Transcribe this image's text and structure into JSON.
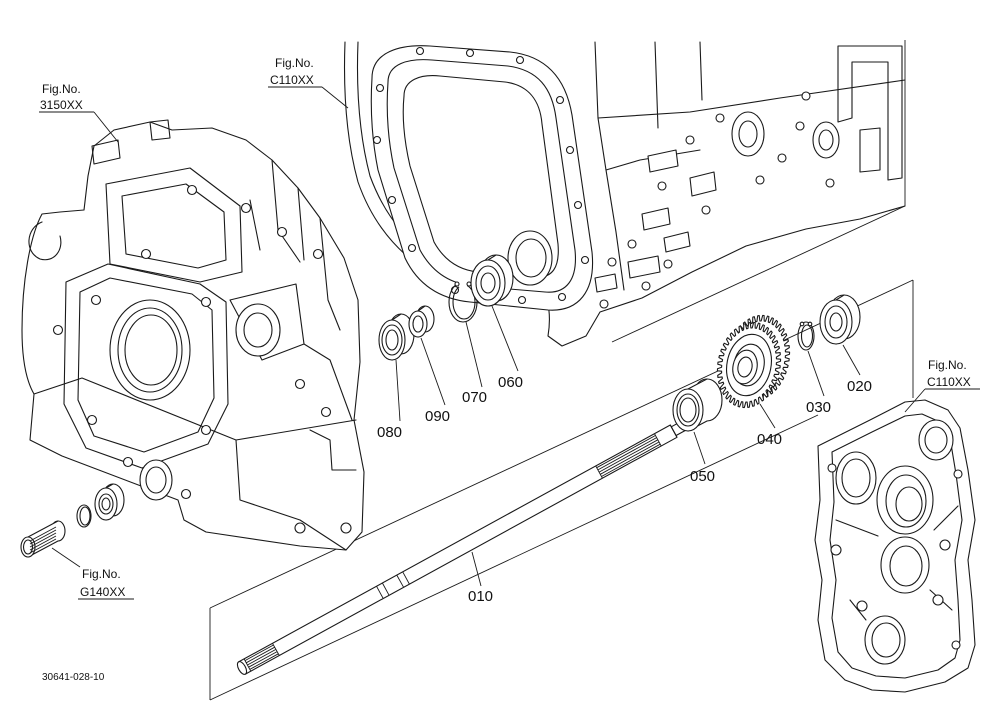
{
  "diagram": {
    "fig_refs": [
      {
        "label": "Fig.No.",
        "code": "3150XX"
      },
      {
        "label": "Fig.No.",
        "code": "C110XX"
      },
      {
        "label": "Fig.No.",
        "code": "C110XX"
      },
      {
        "label": "Fig.No.",
        "code": "G140XX"
      }
    ],
    "part_numbers": {
      "p010": "010",
      "p020": "020",
      "p030": "030",
      "p040": "040",
      "p050": "050",
      "p060": "060",
      "p070": "070",
      "p080": "080",
      "p090": "090"
    },
    "drawing_code": "30641-028-10"
  }
}
